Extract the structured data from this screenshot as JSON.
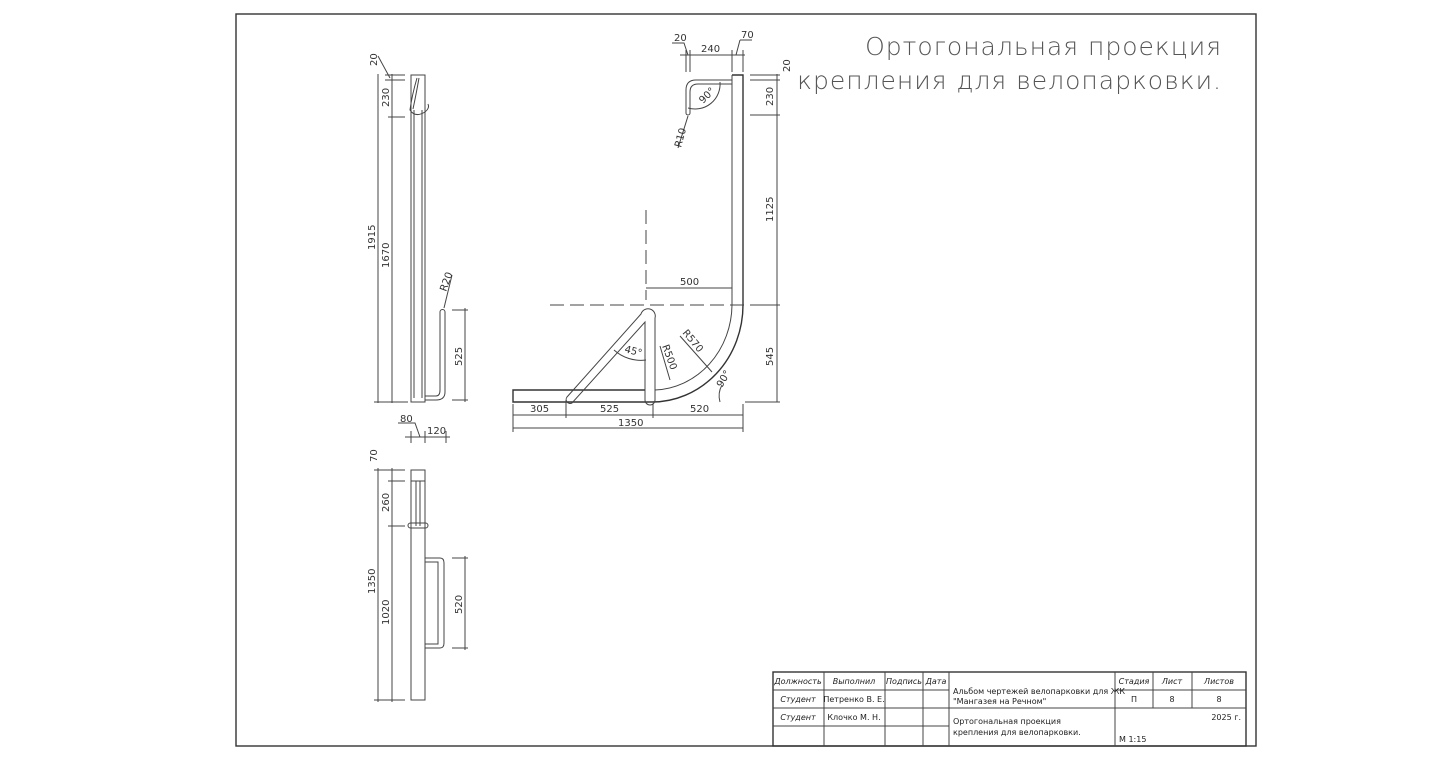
{
  "title": {
    "line1": "Ортогональная проекция",
    "line2": "крепления для велопарковки."
  },
  "main_view": {
    "dims": {
      "top_20": "20",
      "top_240": "240",
      "top_70": "70",
      "right_20": "20",
      "right_230": "230",
      "right_1125": "1125",
      "right_545": "545",
      "d500": "500",
      "b305": "305",
      "b525": "525",
      "b520": "520",
      "b1350": "1350",
      "r10": "R10",
      "a90_top": "90°",
      "a45": "45°",
      "r500": "R500",
      "r570": "R570",
      "a90_bottom": "90°"
    }
  },
  "side_view": {
    "dims": {
      "d20": "20",
      "d230": "230",
      "d1915": "1915",
      "d1670": "1670",
      "r20": "R20",
      "d525": "525"
    }
  },
  "top_view": {
    "dims": {
      "d80": "80",
      "d120": "120",
      "d70": "70",
      "d260": "260",
      "d1350": "1350",
      "d1020": "1020",
      "d520": "520"
    }
  },
  "title_block": {
    "headers": [
      "Должность",
      "Выполнил",
      "Подпись",
      "Дата"
    ],
    "rows": [
      {
        "role": "Студент",
        "name": "Петренко В. Е."
      },
      {
        "role": "Студент",
        "name": "Клочко М. Н."
      }
    ],
    "album_line1": "Альбом чертежей велопарковки для ЖК",
    "album_line2": "\"Мангазея на Речном\"",
    "sheet_line1": "Ортогональная проекция",
    "sheet_line2": "крепления для велопарковки.",
    "stage_label": "Стадия",
    "sheet_label": "Лист",
    "sheets_label": "Листов",
    "stage": "П",
    "sheet": "8",
    "sheets": "8",
    "year": "2025 г.",
    "scale": "М 1:15"
  }
}
